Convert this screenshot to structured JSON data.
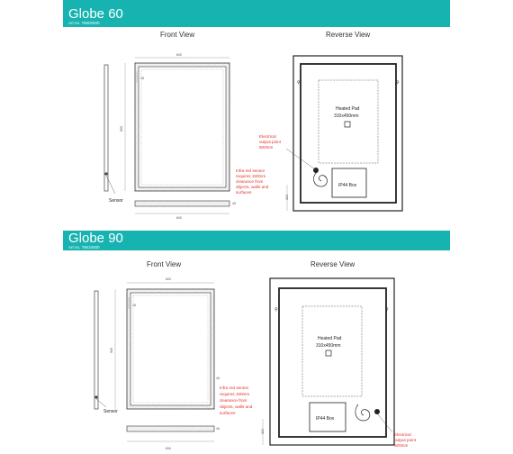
{
  "sections": [
    {
      "title": "Globe 60",
      "art_no": "Art no. 78600000",
      "front_view_label": "Front View",
      "reverse_view_label": "Reverse View",
      "dim_width": "600",
      "dim_height": "800",
      "dim_top": "18",
      "dim_bottom_width": "600",
      "dim_side": "45",
      "dim_base": "115",
      "sensor_label": "Sensor",
      "sensor_note": [
        "Infra red sensor",
        "requires 150mm",
        "clearance from",
        "objects, walls and",
        "surfaces"
      ],
      "heated_pad": [
        "Heated Pad",
        "310x450mm"
      ],
      "electrical_note": [
        "Electrical",
        "output point",
        "500mm"
      ],
      "ip44_label": "IP44 Box"
    },
    {
      "title": "Globe 90",
      "art_no": "Art no. 78610000",
      "front_view_label": "Front View",
      "reverse_view_label": "Reverse View",
      "dim_width": "600",
      "dim_height": "900",
      "dim_top": "18",
      "dim_bottom_width": "600",
      "dim_side": "45",
      "dim_base": "115",
      "sensor_label": "Sensor",
      "sensor_note": [
        "Infra red sensor",
        "requires 150mm",
        "clearance from",
        "objects, walls and",
        "surfaces"
      ],
      "heated_pad": [
        "Heated Pad",
        "310x450mm"
      ],
      "electrical_note": [
        "Electrical",
        "output point",
        "500mm"
      ],
      "ip44_label": "IP44 Box"
    }
  ]
}
